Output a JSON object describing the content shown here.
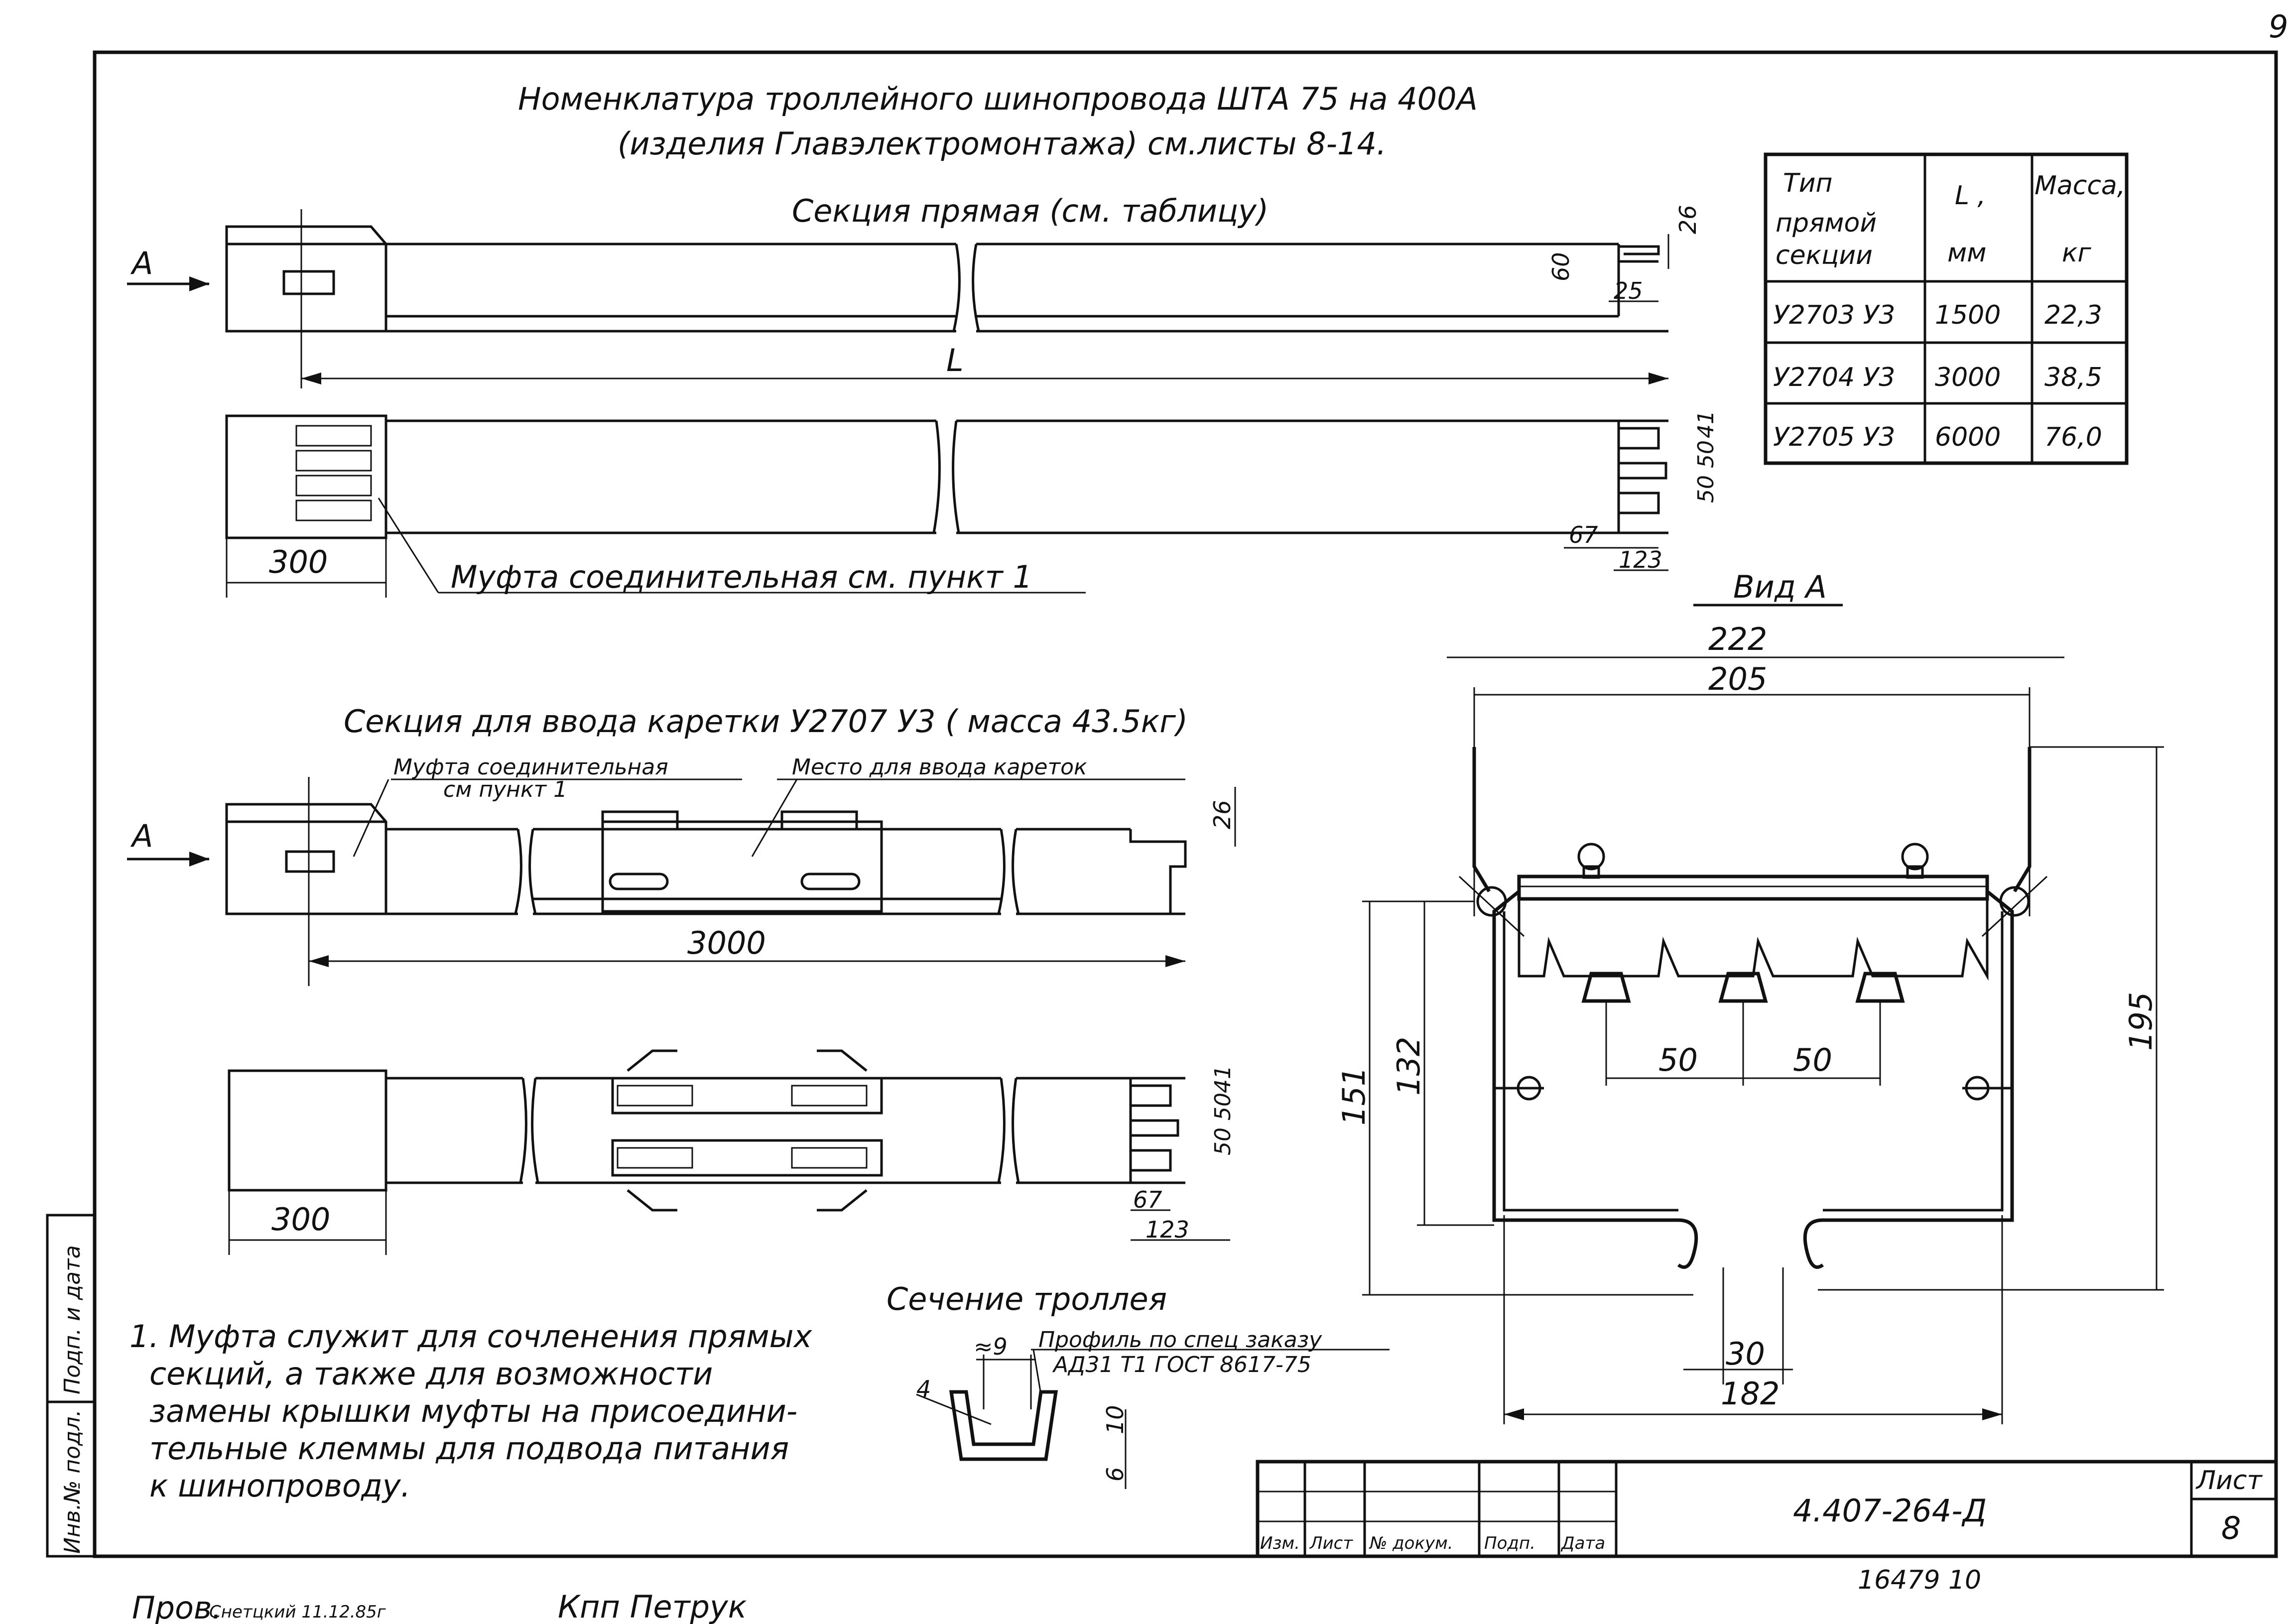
{
  "sheet": {
    "page_number": "9",
    "designation": "4.407-264-Д",
    "sheet_label": "Лист",
    "sheet_number": "8",
    "archive_number": "16479  10",
    "title_block_headers": [
      "Изм.",
      "Лист",
      "№ докум.",
      "Подп.",
      "Дата"
    ],
    "side_stamp": [
      "Инв.№ подл.",
      "Подп. и дата"
    ],
    "footer_left": "Пров.",
    "footer_signature": "Снетцкий 11.12.85г",
    "footer_right": "Кпп Петрук"
  },
  "headings": {
    "title_line1": "Номенклатура троллейного шинопровода  ШТА 75 на 400А",
    "title_line2": "(изделия Главэлектромонтажа) см.листы 8-14.",
    "straight_section": "Секция прямая (см. таблицу)",
    "entry_section": "Секция для ввода каретки У2707 У3 ( масса 43.5кг)",
    "view_a": "Вид А",
    "trolley_section": "Сечение троллея"
  },
  "table": {
    "headers": [
      [
        "Тип",
        "прямой",
        "секции"
      ],
      [
        "L ,",
        "мм"
      ],
      [
        "Масса,",
        "кг"
      ]
    ],
    "rows": [
      [
        "У2703 У3",
        "1500",
        "22,3"
      ],
      [
        "У2704 У3",
        "3000",
        "38,5"
      ],
      [
        "У2705 У3",
        "6000",
        "76,0"
      ]
    ]
  },
  "labels": {
    "arrow_a": "А",
    "length_symbol": "L",
    "coupling": "Муфта соединительная см. пункт 1",
    "coupling_line1": "Муфта соединительная",
    "coupling_line2": "см пункт 1",
    "carriage_place": "Место для ввода кареток",
    "profile_line1": "Профиль по спец заказу",
    "profile_line2": "АД31 Т1 ГОСТ 8617-75"
  },
  "dimensions": {
    "d26": "26",
    "d60": "60",
    "d25": "25",
    "d300": "300",
    "d67": "67",
    "d123": "123",
    "d50": "50",
    "d41": "41",
    "d3000": "3000",
    "d222": "222",
    "d205": "205",
    "d195": "195",
    "d151": "151",
    "d132": "132",
    "d30": "30",
    "d182": "182",
    "d9": "≈9",
    "d4": "4",
    "d10": "10",
    "d6": "6"
  },
  "note": [
    "1. Муфта служит для сочленения прямых",
    "секций, а также для возможности",
    "замены крышки муфты на присоедини-",
    "тельные клеммы для подвода питания",
    "к шинопроводу."
  ]
}
